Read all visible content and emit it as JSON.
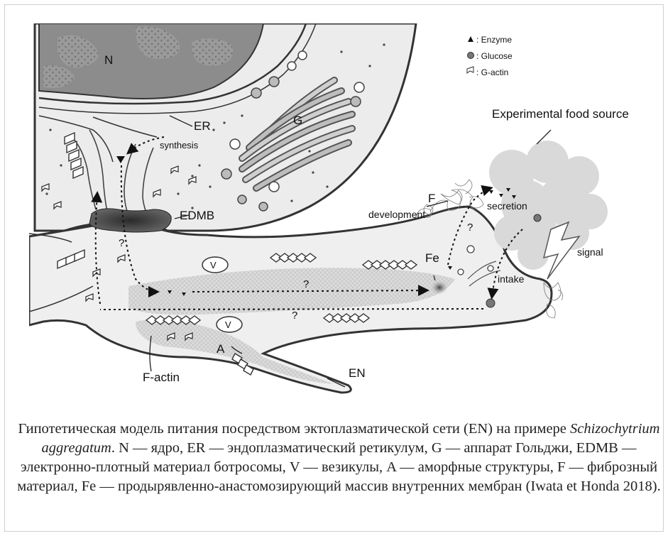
{
  "labels": {
    "n": "N",
    "er": "ER",
    "g": "G",
    "synthesis": "synthesis",
    "edmb": "EDMB",
    "v1": "V",
    "v2": "V",
    "a": "A",
    "en": "EN",
    "f": "F",
    "fe": "Fe",
    "development": "development",
    "secretion": "secretion",
    "signal": "signal",
    "intake": "intake",
    "factin": "F-actin",
    "food_source": "Experimental food source",
    "q1": "?",
    "q2": "?",
    "q3": "?",
    "q4": "?"
  },
  "legend": {
    "enzyme": ": Enzyme",
    "glucose": ": Glucose",
    "gactin": ": G-actin"
  },
  "caption": {
    "part1": "Гипотетическая модель питания посредством эктоплазматической сети (EN) на примере ",
    "species": "Schizochytrium aggregatum",
    "part2": ". N — ядро, ER — эндоплазматический ретикулум, G — аппарат Гольджи, EDMB — электронно-плотный материал ботросомы, V — везикулы, A — аморфные структуры, F — фиброзный материал, Fe — продырявленно-анастомозирующий массив внутренних мембран (Iwata et Honda 2018)."
  }
}
